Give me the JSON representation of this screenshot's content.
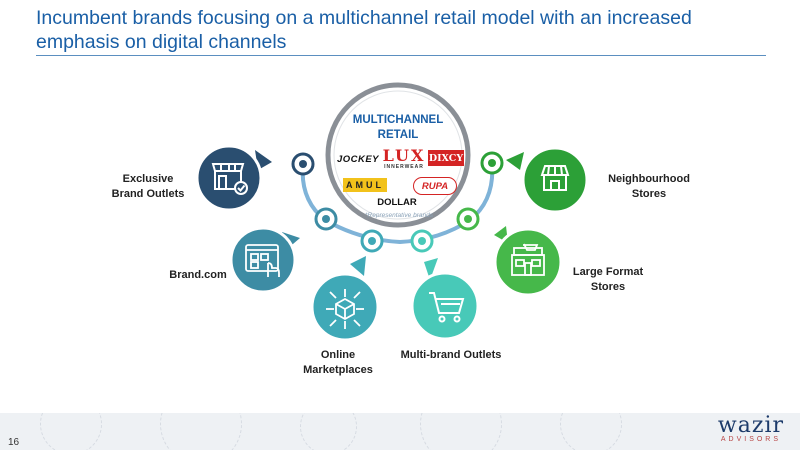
{
  "title": "Incumbent brands focusing on a multichannel retail model with an increased emphasis on digital channels",
  "center": {
    "heading": "MULTICHANNEL RETAIL",
    "brands": [
      "JOCKEY",
      "LUX",
      "DIXCY",
      "AMUL",
      "RUPA",
      "DOLLAR"
    ],
    "lux_sub": "INNERWEAR",
    "note": "*Representative brands"
  },
  "channels": {
    "exclusive": "Exclusive Brand Outlets",
    "brandcom": "Brand.com",
    "online": "Online Marketplaces",
    "multibrand": "Multi-brand Outlets",
    "neighbourhood": "Neighbourhood Stores",
    "largeformat": "Large Format Stores"
  },
  "colors": {
    "title": "#1a5fa6",
    "exclusive": "#2a4e70",
    "brandcom": "#3d8ca4",
    "online": "#3fa9b7",
    "multibrand": "#48c9b8",
    "neighbourhood": "#2ca037",
    "largeformat": "#46b84a",
    "arc": "#7fb3d8"
  },
  "icons": {
    "exclusive": "storefront-check-icon",
    "brandcom": "website-touch-icon",
    "online": "box-network-icon",
    "multibrand": "shopping-cart-icon",
    "neighbourhood": "small-shop-icon",
    "largeformat": "supermarket-icon"
  },
  "footer": {
    "page_number": "16",
    "logo_name": "wazir",
    "logo_sub": "ADVISORS"
  }
}
